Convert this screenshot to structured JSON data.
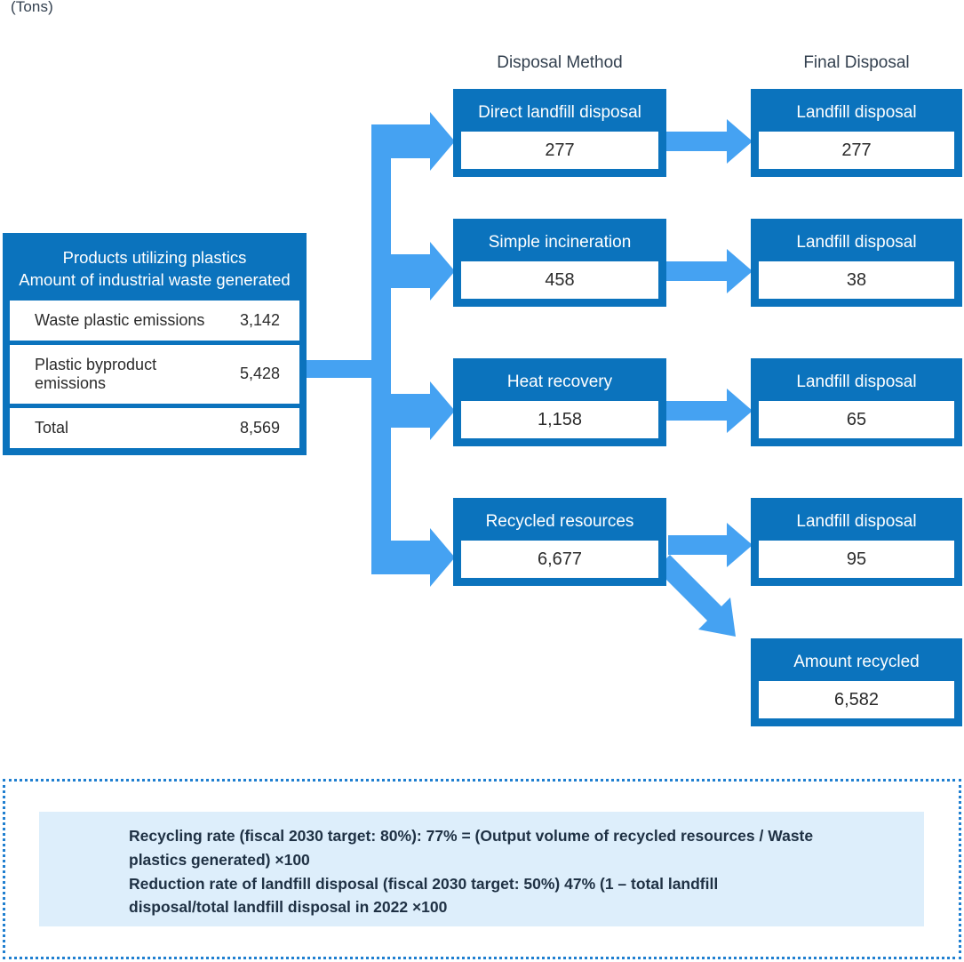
{
  "unit_label": "(Tons)",
  "headers": {
    "disposal_method": "Disposal Method",
    "final_disposal": "Final Disposal"
  },
  "colors": {
    "box_blue": "#0b73bd",
    "arrow_blue": "#45a2f2",
    "note_panel": "#ddeefb",
    "note_border": "#1f7fd0",
    "text_dark": "#33404f"
  },
  "source": {
    "title_line1": "Products utilizing plastics",
    "title_line2": "Amount of industrial waste generated",
    "rows": [
      {
        "label": "Waste plastic emissions",
        "value": "3,142"
      },
      {
        "label": "Plastic byproduct emissions",
        "value": "5,428"
      },
      {
        "label": "Total",
        "value": "8,569"
      }
    ]
  },
  "disposal_methods": [
    {
      "title": "Direct landfill disposal",
      "value": "277"
    },
    {
      "title": "Simple incineration",
      "value": "458"
    },
    {
      "title": "Heat recovery",
      "value": "1,158"
    },
    {
      "title": "Recycled resources",
      "value": "6,677"
    }
  ],
  "final_disposal": [
    {
      "title": "Landfill disposal",
      "value": "277"
    },
    {
      "title": "Landfill disposal",
      "value": "38"
    },
    {
      "title": "Landfill disposal",
      "value": "65"
    },
    {
      "title": "Landfill disposal",
      "value": "95"
    },
    {
      "title": "Amount recycled",
      "value": "6,582"
    }
  ],
  "note": {
    "line1": "Recycling rate (fiscal 2030 target: 80%): 77% = (Output volume of recycled resources / Waste",
    "line2": "plastics generated) ×100",
    "line3": "Reduction rate of landfill disposal (fiscal 2030 target: 50%) 47% (1 – total landfill",
    "line4": "disposal/total landfill disposal in 2022 ×100"
  },
  "chart_data": {
    "type": "diagram",
    "title": "Plastic industrial waste flow",
    "unit": "Tons",
    "nodes": [
      {
        "id": "source",
        "label": "Products utilizing plastics / Amount of industrial waste generated",
        "value": 8569
      },
      {
        "id": "waste_plastic",
        "label": "Waste plastic emissions",
        "value": 3142
      },
      {
        "id": "plastic_byproduct",
        "label": "Plastic byproduct emissions",
        "value": 5428
      },
      {
        "id": "direct_landfill",
        "label": "Direct landfill disposal",
        "value": 277
      },
      {
        "id": "simple_incineration",
        "label": "Simple incineration",
        "value": 458
      },
      {
        "id": "heat_recovery",
        "label": "Heat recovery",
        "value": 1158
      },
      {
        "id": "recycled_resources",
        "label": "Recycled resources",
        "value": 6677
      },
      {
        "id": "landfill_1",
        "label": "Landfill disposal",
        "value": 277
      },
      {
        "id": "landfill_2",
        "label": "Landfill disposal",
        "value": 38
      },
      {
        "id": "landfill_3",
        "label": "Landfill disposal",
        "value": 65
      },
      {
        "id": "landfill_4",
        "label": "Landfill disposal",
        "value": 95
      },
      {
        "id": "amount_recycled",
        "label": "Amount recycled",
        "value": 6582
      }
    ],
    "links": [
      {
        "from": "source",
        "to": "direct_landfill"
      },
      {
        "from": "source",
        "to": "simple_incineration"
      },
      {
        "from": "source",
        "to": "heat_recovery"
      },
      {
        "from": "source",
        "to": "recycled_resources"
      },
      {
        "from": "direct_landfill",
        "to": "landfill_1"
      },
      {
        "from": "simple_incineration",
        "to": "landfill_2"
      },
      {
        "from": "heat_recovery",
        "to": "landfill_3"
      },
      {
        "from": "recycled_resources",
        "to": "landfill_4"
      },
      {
        "from": "recycled_resources",
        "to": "amount_recycled"
      }
    ],
    "metrics": [
      {
        "name": "Recycling rate",
        "target_fiscal_2030": "80%",
        "actual": "77%"
      },
      {
        "name": "Reduction rate of landfill disposal",
        "target_fiscal_2030": "50%",
        "actual": "47%"
      }
    ]
  }
}
